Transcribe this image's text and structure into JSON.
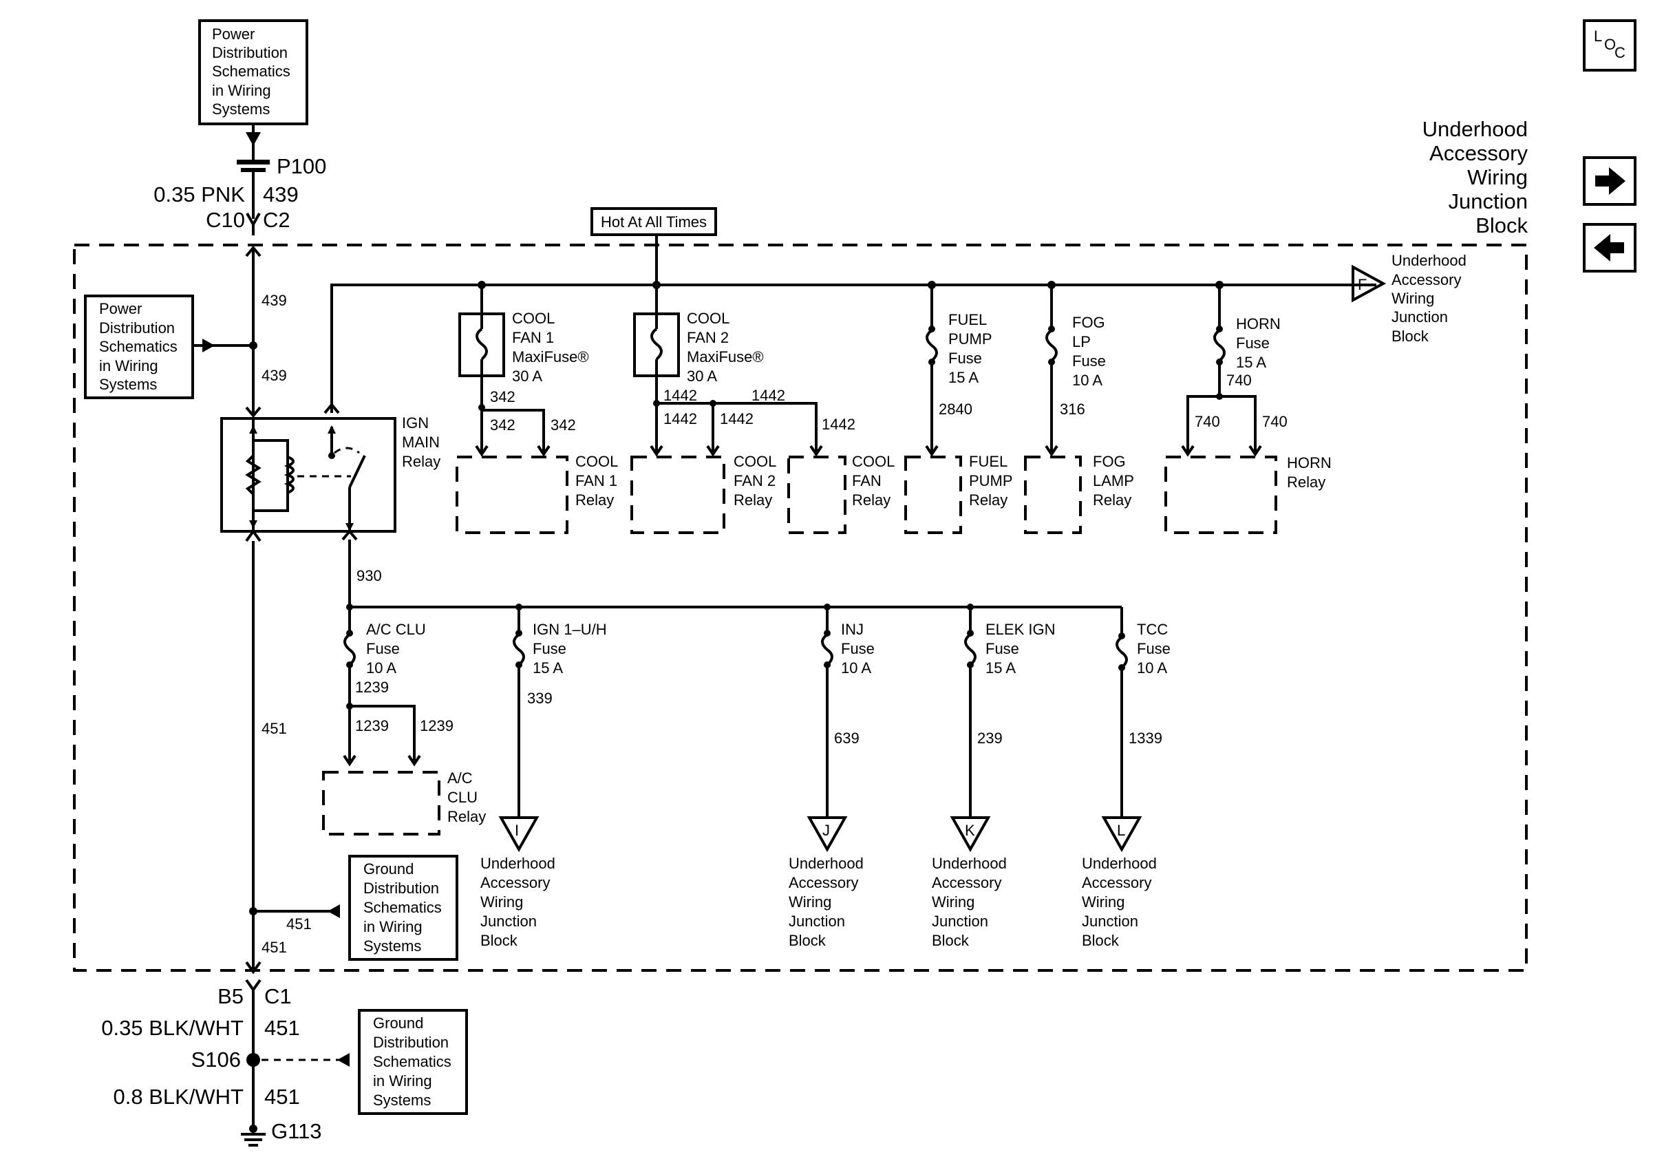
{
  "page": {
    "loc_button": [
      "L",
      "O",
      "C"
    ],
    "junction_title": [
      "Underhood",
      "Accessory",
      "Wiring",
      "Junction",
      "Block"
    ]
  },
  "schematic_ref": [
    "Power",
    "Distribution",
    "Schematics",
    "in Wiring",
    "Systems"
  ],
  "ground_ref": [
    "Ground",
    "Distribution",
    "Schematics",
    "in Wiring",
    "Systems"
  ],
  "uawjb_ref": [
    "Underhood",
    "Accessory",
    "Wiring",
    "Junction",
    "Block"
  ],
  "top_feed": {
    "connector": "P100",
    "wire_size": "0.35 PNK",
    "circuit": "439",
    "term_left": "C10",
    "term_right": "C2"
  },
  "hot_label": "Hot At All Times",
  "circuits": {
    "c439": "439",
    "c451": "451",
    "c930": "930",
    "c342": "342",
    "c1442": "1442",
    "c2840": "2840",
    "c316": "316",
    "c740": "740",
    "c1239": "1239",
    "c339": "339",
    "c639": "639",
    "c239": "239",
    "c1339": "1339"
  },
  "relays": {
    "ign_main": [
      "IGN",
      "MAIN",
      "Relay"
    ],
    "cool_fan1": [
      "COOL",
      "FAN 1",
      "Relay"
    ],
    "cool_fan2": [
      "COOL",
      "FAN 2",
      "Relay"
    ],
    "cool_fan": [
      "COOL",
      "FAN",
      "Relay"
    ],
    "fuel_pump": [
      "FUEL",
      "PUMP",
      "Relay"
    ],
    "fog_lamp": [
      "FOG",
      "LAMP",
      "Relay"
    ],
    "horn": [
      "HORN",
      "Relay"
    ],
    "ac_clu": [
      "A/C",
      "CLU",
      "Relay"
    ]
  },
  "fuses": {
    "cool_fan1": [
      "COOL",
      "FAN 1",
      "MaxiFuse®",
      "30 A"
    ],
    "cool_fan2": [
      "COOL",
      "FAN 2",
      "MaxiFuse®",
      "30 A"
    ],
    "fuel_pump": [
      "FUEL",
      "PUMP",
      "Fuse",
      "15 A"
    ],
    "fog_lp": [
      "FOG",
      "LP",
      "Fuse",
      "10 A"
    ],
    "horn": [
      "HORN",
      "Fuse",
      "15 A"
    ],
    "ac_clu": [
      "A/C CLU",
      "Fuse",
      "10 A"
    ],
    "ign1": [
      "IGN 1–U/H",
      "Fuse",
      "15 A"
    ],
    "inj": [
      "INJ",
      "Fuse",
      "10 A"
    ],
    "elek_ign": [
      "ELEK IGN",
      "Fuse",
      "15 A"
    ],
    "tcc": [
      "TCC",
      "Fuse",
      "10 A"
    ]
  },
  "connectors": {
    "F": "F",
    "I": "I",
    "J": "J",
    "K": "K",
    "L": "L"
  },
  "bottom": {
    "term_left": "B5",
    "term_right": "C1",
    "wire1": "0.35 BLK/WHT",
    "circuit1": "451",
    "splice": "S106",
    "wire2": "0.8 BLK/WHT",
    "circuit2": "451",
    "ground": "G113"
  }
}
